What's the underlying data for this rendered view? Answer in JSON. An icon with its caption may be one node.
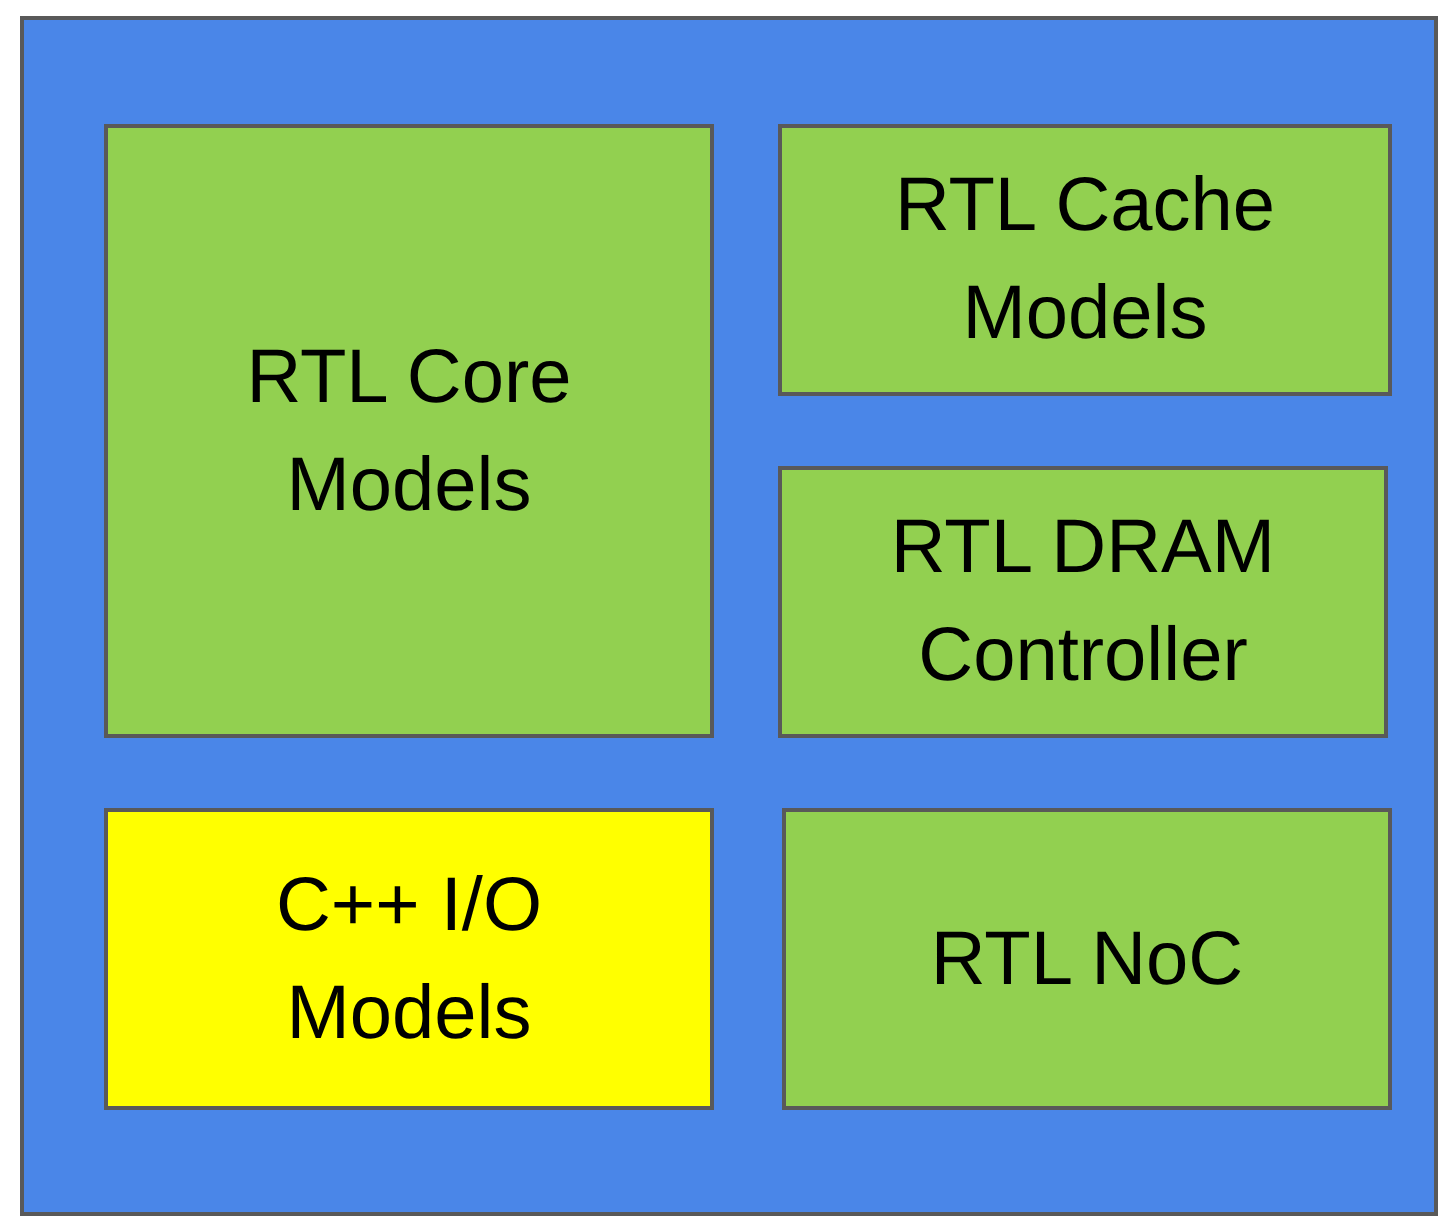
{
  "diagram": {
    "nodes": [
      {
        "text": [],
        "shape": "box"
      },
      {
        "text": [
          "RTL Core Models"
        ],
        "in": 0
      },
      {
        "text": [
          "RTL Cache Models"
        ],
        "in": 0
      },
      {
        "text": [
          "RTL DRAM Controller"
        ],
        "in": 0
      },
      {
        "text": [
          "C++ I/O Models"
        ],
        "in": 0
      },
      {
        "text": [
          "RTL NoC"
        ],
        "in": 0
      }
    ]
  }
}
